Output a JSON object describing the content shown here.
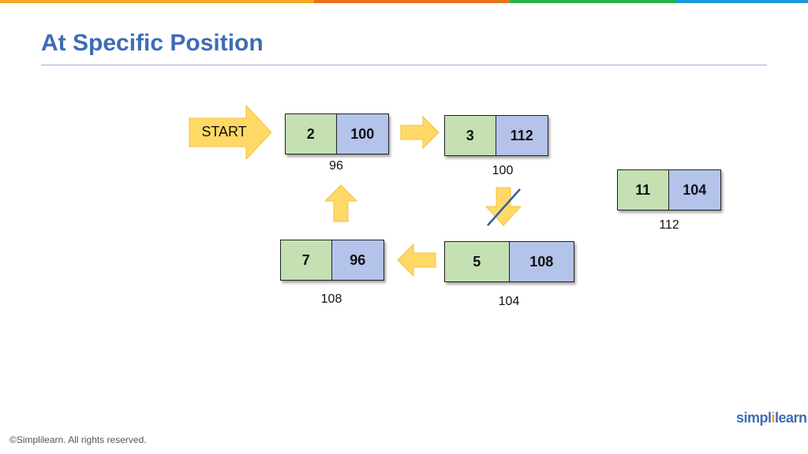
{
  "title": "At Specific Position",
  "start_label": "START",
  "nodes": [
    {
      "data": "2",
      "next": "100",
      "address": "96"
    },
    {
      "data": "3",
      "next": "112",
      "address": "100"
    },
    {
      "data": "11",
      "next": "104",
      "address": "112"
    },
    {
      "data": "5",
      "next": "108",
      "address": "104"
    },
    {
      "data": "7",
      "next": "96",
      "address": "108"
    }
  ],
  "footer": "©Simplilearn. All rights reserved.",
  "logo": {
    "part1": "simpl",
    "accent": "i",
    "part2": "learn"
  },
  "colors": {
    "title": "#3e6cb5",
    "data_cell": "#c5e0b3",
    "next_cell": "#b4c3ea",
    "arrow": "#ffd966",
    "strike": "#2e5fa8",
    "topbar": [
      "#f5a623",
      "#e8731e",
      "#2bb24c",
      "#1e9bd7"
    ]
  }
}
